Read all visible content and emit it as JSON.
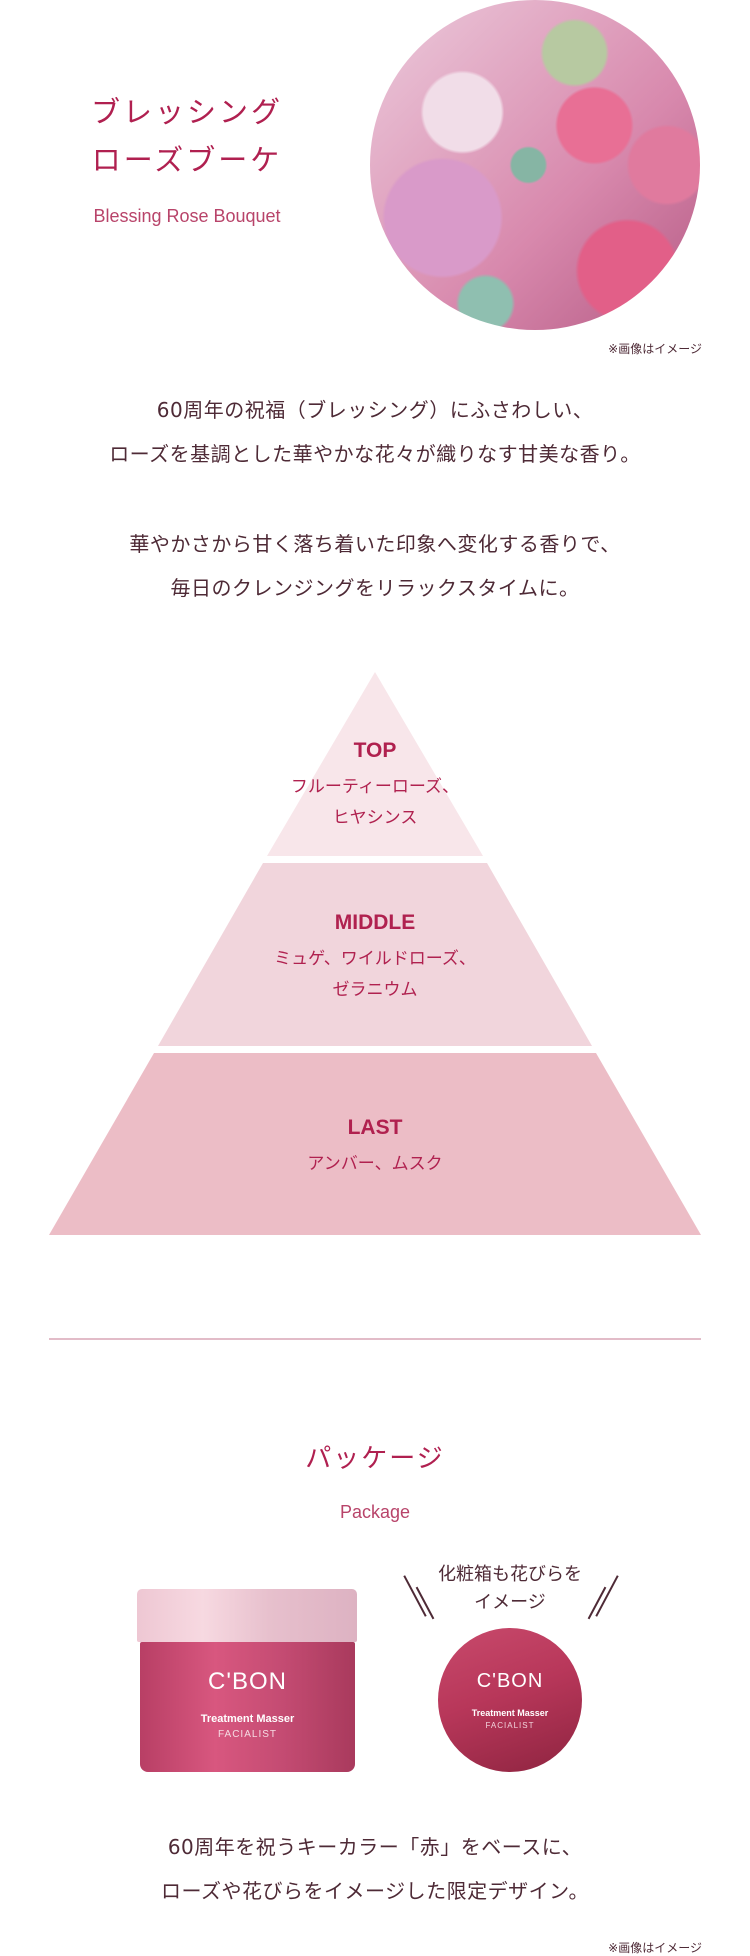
{
  "fragrance": {
    "title_line1": "ブレッシング",
    "title_line2": "ローズブーケ",
    "title_en": "Blessing Rose Bouquet",
    "image_alt": "rose-bouquet-photo",
    "image_note": "※画像はイメージ",
    "description": [
      "60周年の祝福（ブレッシング）にふさわしい、",
      "ローズを基調とした華やかな花々が織りなす甘美な香り。",
      "華やかさから甘く落ち着いた印象へ変化する香りで、",
      "毎日のクレンジングをリラックスタイムに。"
    ]
  },
  "pyramid": {
    "colors": {
      "top": "#f8e6ea",
      "middle": "#f1d5dc",
      "last": "#ecbdc6"
    },
    "tiers": [
      {
        "label": "TOP",
        "notes_line1": "フルーティーローズ、",
        "notes_line2": "ヒヤシンス"
      },
      {
        "label": "MIDDLE",
        "notes_line1": "ミュゲ、ワイルドローズ、",
        "notes_line2": "ゼラニウム"
      },
      {
        "label": "LAST",
        "notes_line1": "アンバー、ムスク"
      }
    ]
  },
  "package": {
    "title_jp": "パッケージ",
    "title_en": "Package",
    "callout_line1": "化粧箱も花びらを",
    "callout_line2": "イメージ",
    "product": {
      "brand": "C'BON",
      "name": "Treatment Masser",
      "line": "FACIALIST"
    },
    "description": [
      "60周年を祝うキーカラー「赤」をベースに、",
      "ローズや花びらをイメージした限定デザイン。"
    ],
    "image_note": "※画像はイメージ"
  }
}
